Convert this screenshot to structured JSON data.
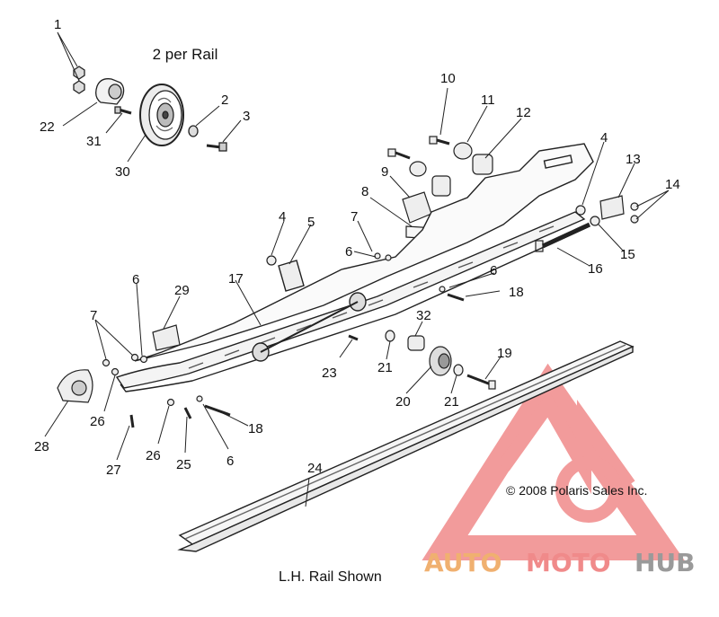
{
  "diagram": {
    "title": "2 per Rail",
    "footer": "L.H. Rail Shown",
    "copyright": "© 2008 Polaris Sales Inc.",
    "callouts": [
      "1",
      "2",
      "3",
      "4",
      "5",
      "6",
      "7",
      "8",
      "9",
      "10",
      "11",
      "12",
      "13",
      "14",
      "15",
      "16",
      "17",
      "18",
      "19",
      "20",
      "21",
      "22",
      "23",
      "24",
      "25",
      "26",
      "27",
      "28",
      "29",
      "30",
      "31",
      "32"
    ]
  },
  "labels": [
    {
      "id": "1",
      "text": "1"
    },
    {
      "id": "22",
      "text": "22"
    },
    {
      "id": "31",
      "text": "31"
    },
    {
      "id": "30",
      "text": "30"
    },
    {
      "id": "2",
      "text": "2"
    },
    {
      "id": "3",
      "text": "3"
    },
    {
      "id": "10",
      "text": "10"
    },
    {
      "id": "11",
      "text": "11"
    },
    {
      "id": "12",
      "text": "12"
    },
    {
      "id": "9",
      "text": "9"
    },
    {
      "id": "8",
      "text": "8"
    },
    {
      "id": "4a",
      "text": "4"
    },
    {
      "id": "13",
      "text": "13"
    },
    {
      "id": "14",
      "text": "14"
    },
    {
      "id": "15",
      "text": "15"
    },
    {
      "id": "16",
      "text": "16"
    },
    {
      "id": "4b",
      "text": "4"
    },
    {
      "id": "5",
      "text": "5"
    },
    {
      "id": "7a",
      "text": "7"
    },
    {
      "id": "6a",
      "text": "6"
    },
    {
      "id": "17",
      "text": "17"
    },
    {
      "id": "6b",
      "text": "6"
    },
    {
      "id": "18a",
      "text": "18"
    },
    {
      "id": "29",
      "text": "29"
    },
    {
      "id": "6c",
      "text": "6"
    },
    {
      "id": "7b",
      "text": "7"
    },
    {
      "id": "32",
      "text": "32"
    },
    {
      "id": "19",
      "text": "19"
    },
    {
      "id": "23",
      "text": "23"
    },
    {
      "id": "21a",
      "text": "21"
    },
    {
      "id": "20",
      "text": "20"
    },
    {
      "id": "21b",
      "text": "21"
    },
    {
      "id": "26a",
      "text": "26"
    },
    {
      "id": "28",
      "text": "28"
    },
    {
      "id": "18b",
      "text": "18"
    },
    {
      "id": "26b",
      "text": "26"
    },
    {
      "id": "25",
      "text": "25"
    },
    {
      "id": "6d",
      "text": "6"
    },
    {
      "id": "27",
      "text": "27"
    },
    {
      "id": "24",
      "text": "24"
    }
  ],
  "watermark": {
    "part1": "AUTO",
    "part2": "MOTO",
    "part3": "HUB",
    "color1": "#f0b070",
    "color2": "#f08a8a",
    "color3": "#9a9a9a",
    "logo_color": "#f08a8a"
  },
  "colors": {
    "ink": "#222222",
    "paper": "#ffffff"
  }
}
